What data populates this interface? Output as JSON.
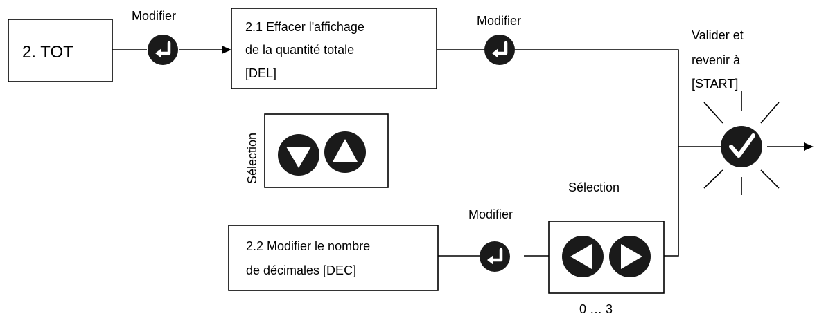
{
  "colors": {
    "ink": "#000000",
    "button_fill": "#1a1a1a",
    "symbol": "#ffffff",
    "background": "#ffffff"
  },
  "nodes": {
    "start_box": {
      "text": "2. TOT"
    },
    "box_2_1": {
      "lines": [
        "2.1 Effacer l'affichage",
        "de la quantité totale",
        "[DEL]"
      ]
    },
    "box_2_2": {
      "lines": [
        "2.2 Modifier le nombre",
        "de décimales [DEC]"
      ]
    }
  },
  "labels": {
    "modifier_1": "Modifier",
    "modifier_2": "Modifier",
    "modifier_3": "Modifier",
    "selection_vertical": "Sélection",
    "selection_horizontal": "Sélection",
    "valider": [
      "Valider et",
      "revenir à",
      "[START]"
    ],
    "range": "0 … 3"
  },
  "icons": {
    "enter_1": "enter-icon",
    "enter_2": "enter-icon",
    "enter_3": "enter-icon",
    "down": "down-triangle-icon",
    "up": "up-triangle-icon",
    "left": "left-triangle-icon",
    "right": "right-triangle-icon",
    "confirm": "checkmark-icon"
  }
}
